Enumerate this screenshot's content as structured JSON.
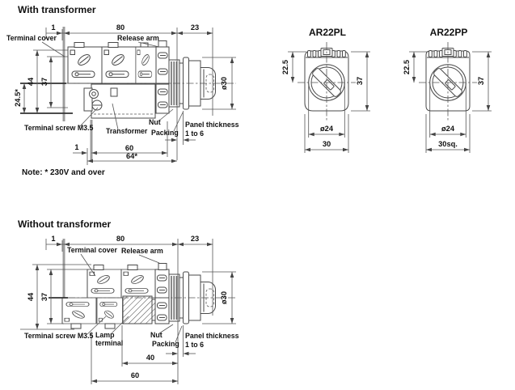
{
  "page": {
    "background": "#ffffff"
  },
  "colors": {
    "line": "#4a4a4a",
    "dim_text": "#111111",
    "gray_bar": "#9d9d9d"
  },
  "with_transformer": {
    "title": "With transformer",
    "note": "Note: * 230V and over",
    "dims": {
      "cover_thickness": "1",
      "body_length": "80",
      "front_length": "23",
      "height_outer": "44",
      "height_inner": "37",
      "center_to_bottom": "24.5*",
      "bezel_dia": "ø30",
      "bottom_offset": "1",
      "body_depth": "60",
      "overall_depth": "64*",
      "panel_thickness_line1": "Panel thickness",
      "panel_thickness_line2": "1 to 6"
    },
    "labels": {
      "terminal_cover": "Terminal cover",
      "release_arm": "Release arm",
      "terminal_screw": "Terminal screw M3.5",
      "transformer": "Transformer",
      "nut": "Nut",
      "packing": "Packing"
    }
  },
  "without_transformer": {
    "title": "Without transformer",
    "dims": {
      "cover_thickness": "1",
      "body_length": "80",
      "front_length": "23",
      "height_outer": "44",
      "height_inner": "37",
      "bezel_dia": "ø30",
      "lamp_depth": "40",
      "body_depth": "60",
      "panel_thickness_line1": "Panel thickness",
      "panel_thickness_line2": "1 to 6"
    },
    "labels": {
      "terminal_cover": "Terminal cover",
      "release_arm": "Release arm",
      "terminal_screw": "Terminal screw M3.5",
      "lamp_terminal_line1": "Lamp",
      "lamp_terminal_line2": "terminal",
      "nut": "Nut",
      "packing": "Packing"
    }
  },
  "front_views": {
    "ar22pl": {
      "title": "AR22PL",
      "dims": {
        "top_to_center": "22.5",
        "height": "37",
        "button_dia": "ø24",
        "width": "30"
      }
    },
    "ar22pp": {
      "title": "AR22PP",
      "dims": {
        "top_to_center": "22.5",
        "height": "37",
        "button_dia": "ø24",
        "width": "30sq."
      }
    }
  }
}
